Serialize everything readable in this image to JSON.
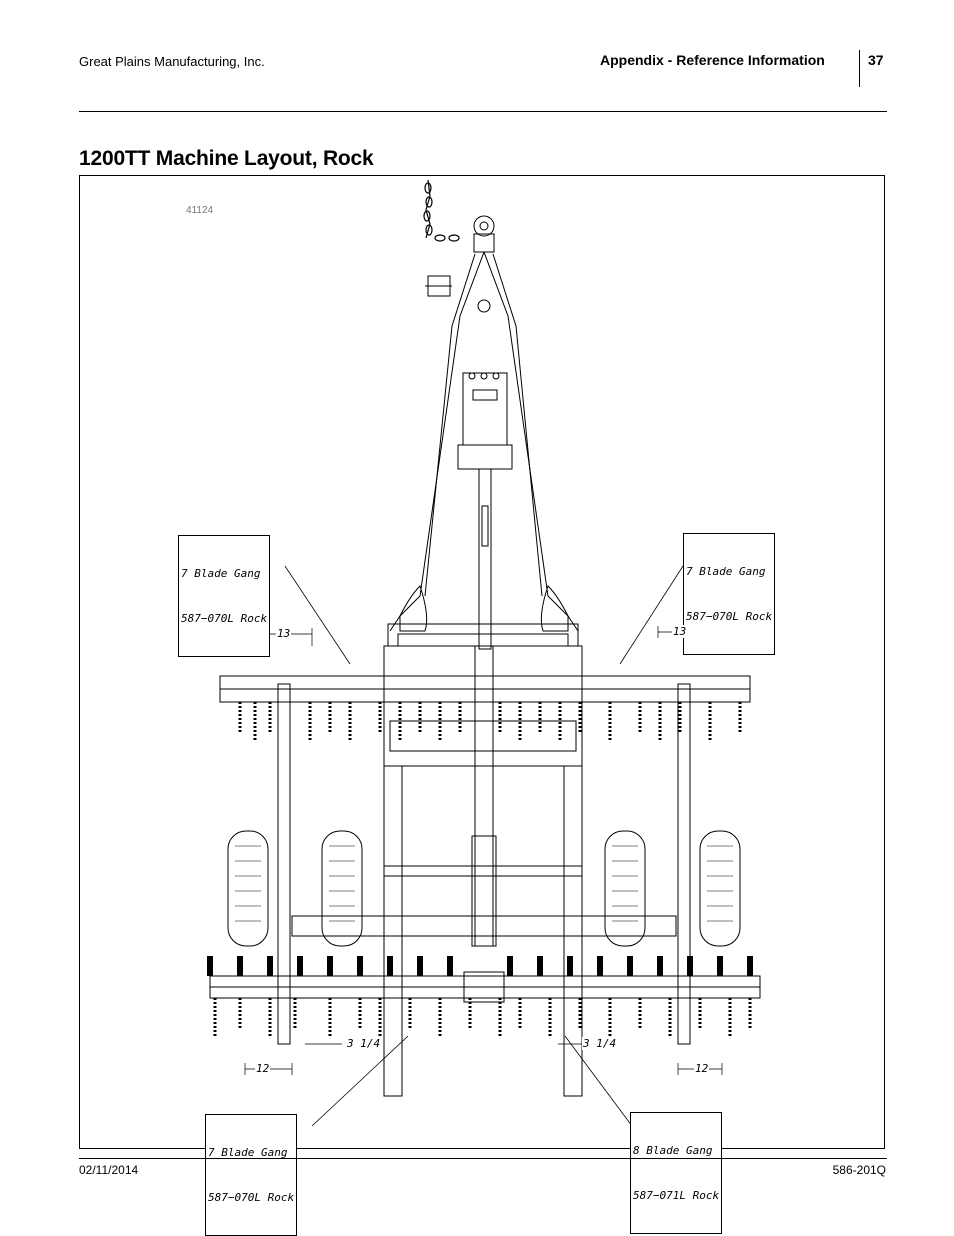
{
  "header": {
    "company": "Great Plains Manufacturing, Inc.",
    "section": "Appendix - Reference Information",
    "page_number": "37"
  },
  "title": "1200TT Machine Layout, Rock",
  "figure": {
    "figure_number": "41124",
    "callouts": {
      "top_left": {
        "line1": "7 Blade Gang",
        "line2": "587−070L Rock"
      },
      "top_right": {
        "line1": "7 Blade Gang",
        "line2": "587−070L Rock"
      },
      "bottom_left": {
        "line1": "7 Blade Gang",
        "line2": "587−070L Rock"
      },
      "bottom_right": {
        "line1": "8 Blade Gang",
        "line2": "587−071L Rock"
      }
    },
    "dimensions": {
      "top_left": "13",
      "top_right": "13",
      "mid_left": "3 1/4",
      "mid_right": "3 1/4",
      "bottom_left": "12",
      "bottom_right": "12"
    }
  },
  "footer": {
    "date": "02/11/2014",
    "doc_number": "586-201Q"
  }
}
